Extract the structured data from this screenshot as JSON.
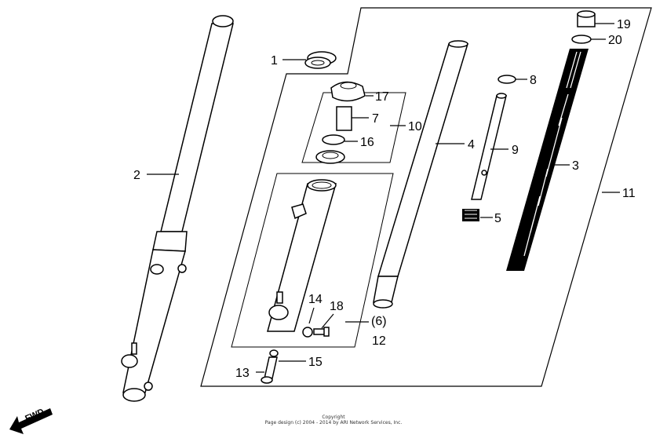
{
  "callouts": {
    "1": "1",
    "2": "2",
    "3": "3",
    "4": "4",
    "5": "5",
    "6": "(6)",
    "7": "7",
    "8": "8",
    "9": "9",
    "10": "10",
    "11": "11",
    "12": "12",
    "13": "13",
    "14": "14",
    "15": "15",
    "16": "16",
    "17": "17",
    "18": "18",
    "19": "19",
    "20": "20"
  },
  "direction_label": "FWD",
  "copyright": {
    "line1": "Copyright",
    "line2": "Page design (c) 2004 - 2014 by ARI Network Services, Inc."
  }
}
